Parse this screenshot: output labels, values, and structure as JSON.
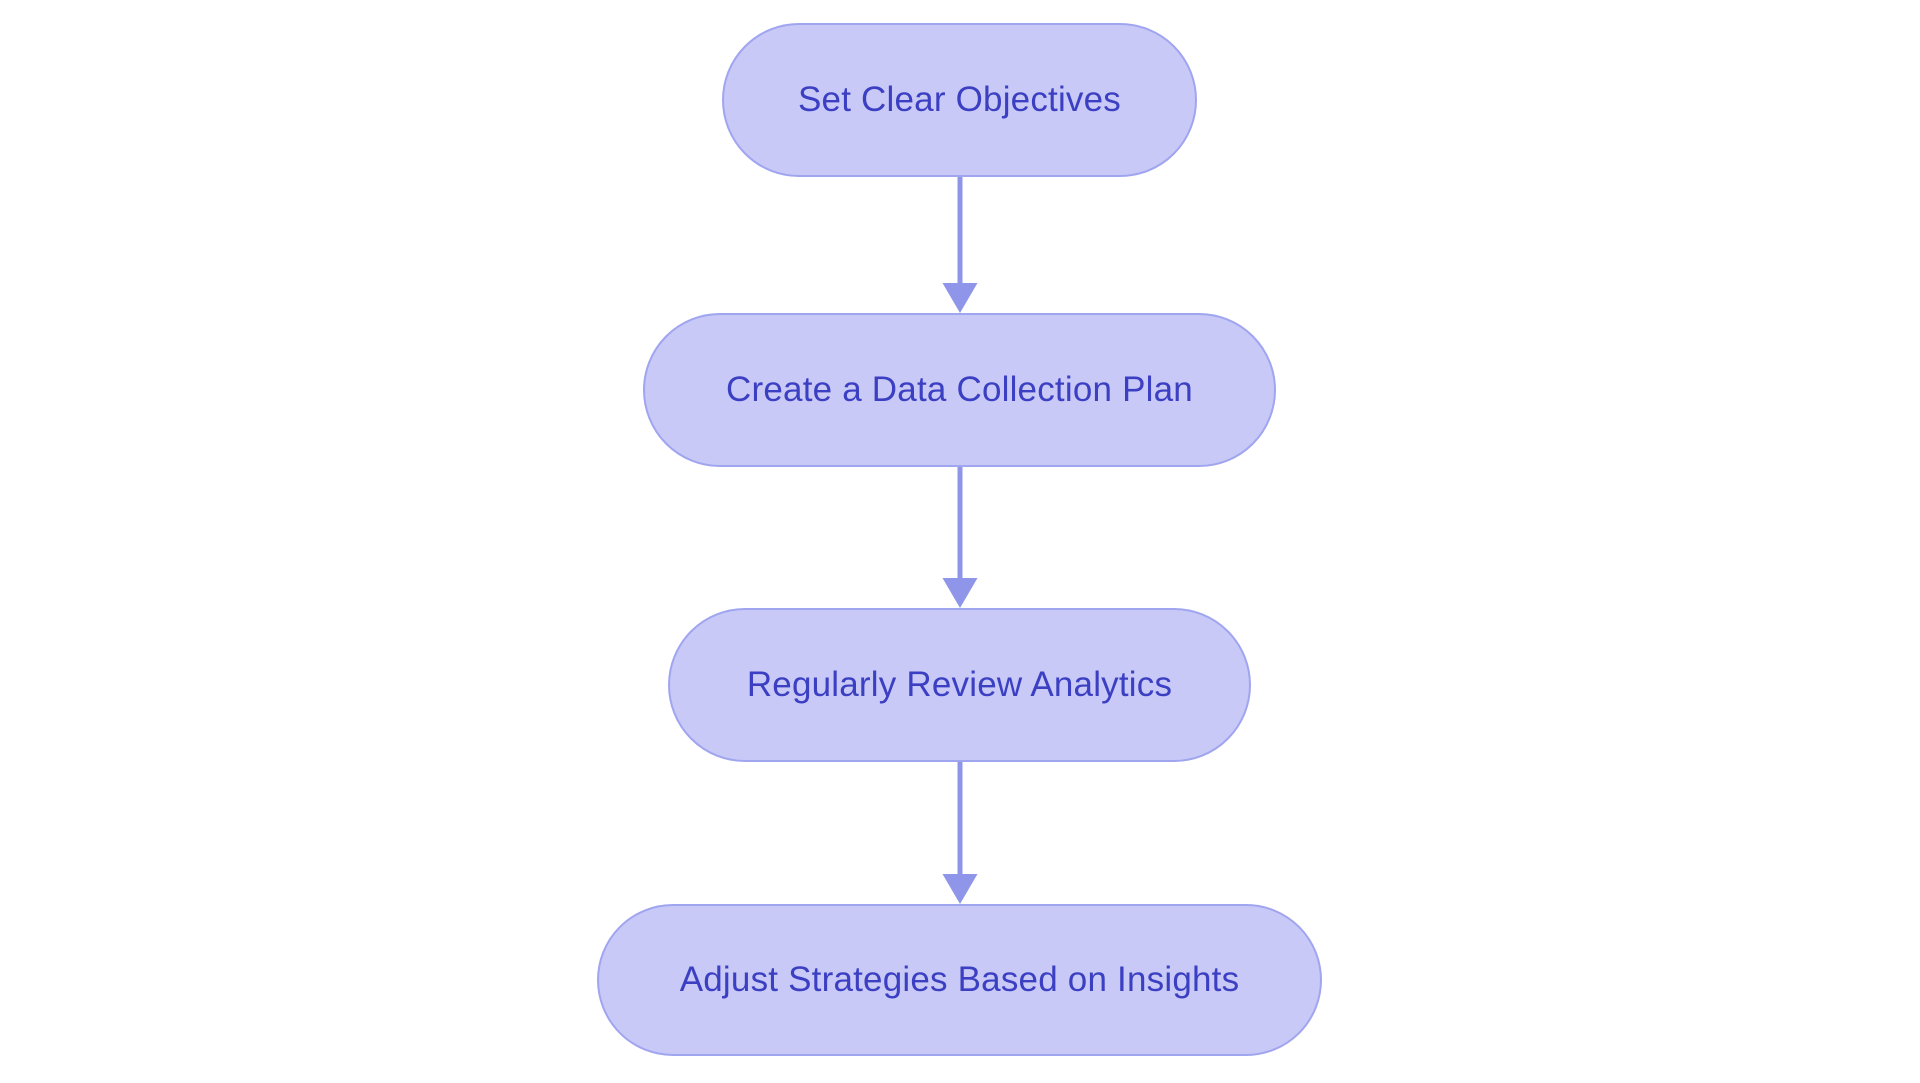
{
  "flowchart": {
    "nodes": [
      {
        "id": "n1",
        "label": "Set Clear Objectives"
      },
      {
        "id": "n2",
        "label": "Create a Data Collection Plan"
      },
      {
        "id": "n3",
        "label": "Regularly Review Analytics"
      },
      {
        "id": "n4",
        "label": "Adjust Strategies Based on Insights"
      }
    ],
    "connections": [
      {
        "from": "Set Clear Objectives",
        "to": "Create a Data Collection Plan",
        "type": "arrow-down"
      },
      {
        "from": "Create a Data Collection Plan",
        "to": "Regularly Review Analytics",
        "type": "arrow-down"
      },
      {
        "from": "Regularly Review Analytics",
        "to": "Adjust Strategies Based on Insights",
        "type": "arrow-down"
      }
    ],
    "style": {
      "background": "#ffffff",
      "node_fill": "#c8c9f7",
      "node_border": "#a0a5f0",
      "node_text_color": "#3b3fc2",
      "arrow_color": "#8f96e9"
    }
  }
}
